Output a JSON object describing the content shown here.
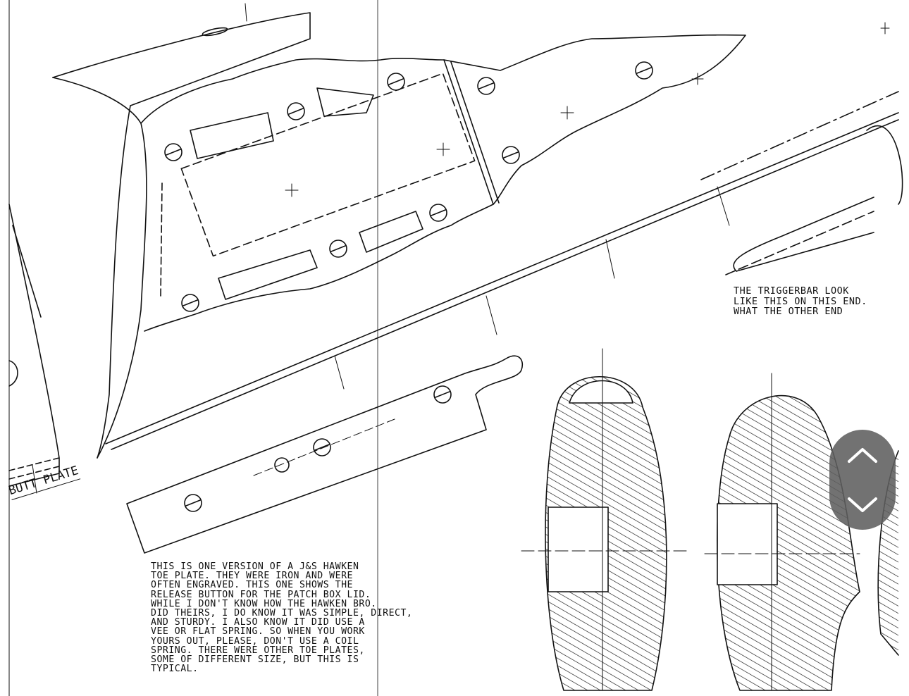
{
  "labels": {
    "butt_plate": "BUTT PLATE"
  },
  "notes": {
    "main": "THIS IS ONE VERSION OF A J&S HAWKEN\nTOE PLATE. THEY WERE IRON AND WERE\nOFTEN ENGRAVED. THIS ONE SHOWS THE\nRELEASE BUTTON FOR THE PATCH BOX LID.\nWHILE I DON'T KNOW HOW THE HAWKEN Bro.\nDID THEIRS, I DO KNOW IT WAS SIMPLE, DIRECT,\nAND STURDY. I ALSO KNOW IT DID USE A\nVEE OR FLAT SPRING. SO WHEN YOU WORK\nYOURS OUT, PLEASE, DON'T USE A COIL\nSPRING. THERE WERE OTHER TOE PLATES,\nSOME OF DIFFERENT SIZE, BUT THIS IS\nTYPICAL.",
    "trigger_bar": "THE TRIGGERBAR LOOK\nLIKE THIS ON THIS END.\nWHAT THE OTHER END"
  },
  "nav": {
    "up_icon": "chevron-up-icon",
    "down_icon": "chevron-down-icon"
  },
  "colors": {
    "ink": "#111111",
    "paper": "#ffffff",
    "nav_bg": "#5f5f5f"
  }
}
